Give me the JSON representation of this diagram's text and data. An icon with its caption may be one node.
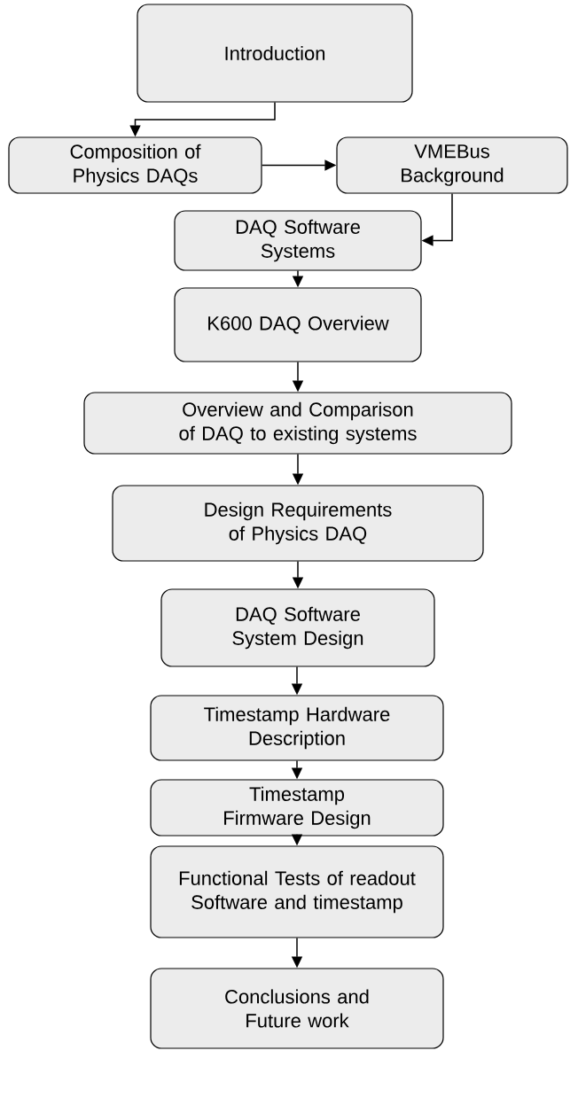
{
  "diagram": {
    "nodes": [
      {
        "text": [
          "Introduction"
        ]
      },
      {
        "text": [
          "Composition of Physics DAQs"
        ]
      },
      {
        "text": [
          "VMEBus Background"
        ]
      },
      {
        "text": [
          "DAQ Software Systems"
        ]
      },
      {
        "text": [
          "K600 DAQ Overview"
        ]
      },
      {
        "text": [
          "Overview and Comparison of DAQ to existing systems"
        ]
      },
      {
        "text": [
          "Design Requirements of Physics DAQ"
        ]
      },
      {
        "text": [
          "DAQ Software System Design"
        ]
      },
      {
        "text": [
          "Timestamp Hardware Description"
        ]
      },
      {
        "text": [
          "Timestamp Firmware Design"
        ]
      },
      {
        "text": [
          "Functional Tests of readout Software and timestamp"
        ]
      },
      {
        "text": [
          "Conclusions and Future work"
        ]
      }
    ],
    "edges": [
      {
        "from": 0,
        "to": 1,
        "arrow": "to"
      },
      {
        "from": 1,
        "to": 2,
        "arrow": "to"
      },
      {
        "from": 2,
        "to": 3,
        "arrow": "to"
      },
      {
        "from": 3,
        "to": 4,
        "arrow": "to"
      },
      {
        "from": 4,
        "to": 5,
        "arrow": "to"
      },
      {
        "from": 5,
        "to": 6,
        "arrow": "to"
      },
      {
        "from": 6,
        "to": 7,
        "arrow": "to"
      },
      {
        "from": 7,
        "to": 8,
        "arrow": "to"
      },
      {
        "from": 8,
        "to": 9,
        "arrow": "to"
      },
      {
        "from": 9,
        "to": 10,
        "arrow": "to"
      },
      {
        "from": 10,
        "to": 11,
        "arrow": "to"
      }
    ]
  }
}
